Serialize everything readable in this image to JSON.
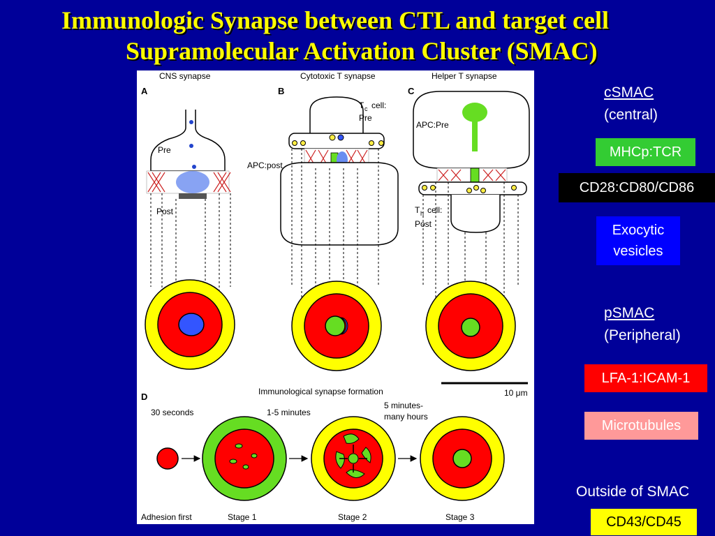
{
  "slide": {
    "title_line1": "Immunologic Synapse between CTL and target cell",
    "title_line2": "Supramolecular Activation Cluster (SMAC)"
  },
  "figure": {
    "panel_a": {
      "letter": "A",
      "title": "CNS synapse",
      "pre": "Pre",
      "post": "Post"
    },
    "panel_b": {
      "letter": "B",
      "title": "Cytotoxic T synapse",
      "tc_cell": "T",
      "tc_sub": "c",
      "tc_cell_suffix": "cell:",
      "pre": "Pre",
      "apc": "APC:post"
    },
    "panel_c": {
      "letter": "C",
      "title": "Helper T synapse",
      "apc": "APC:Pre",
      "th_cell": "T",
      "th_sub": "h",
      "th_cell_suffix": "cell:",
      "post": "Post"
    },
    "scale_bar": "10 μm",
    "panel_d": {
      "letter": "D",
      "title": "Immunological synapse formation",
      "time_1": "30 seconds",
      "time_2": "1-5 minutes",
      "time_3a": "5 minutes-",
      "time_3b": "many hours",
      "stage_0": "Adhesion first",
      "stage_1": "Stage 1",
      "stage_2": "Stage 2",
      "stage_3": "Stage 3"
    },
    "colors": {
      "yellow": "#ffff00",
      "red": "#ff0000",
      "green": "#66dd22",
      "blue": "#3355ff"
    }
  },
  "legend": {
    "csmac_label": "cSMAC",
    "csmac_sub": "(central)",
    "mhc_tcr": "MHCp:TCR",
    "cd28": "CD28:CD80/CD86",
    "exocytic_1": "Exocytic",
    "exocytic_2": "vesicles",
    "psmac_label": "pSMAC",
    "psmac_sub": "(Peripheral)",
    "lfa": "LFA-1:ICAM-1",
    "microtubules": "Microtubules",
    "outside": "Outside of SMAC",
    "cd43": "CD43/CD45"
  }
}
